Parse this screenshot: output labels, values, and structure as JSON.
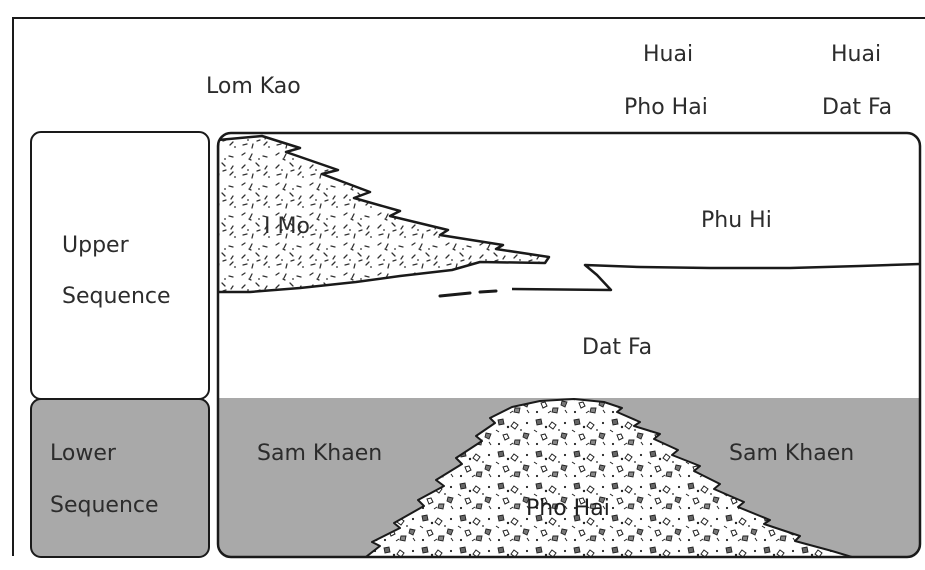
{
  "header": {
    "lom_kao": "Lom Kao",
    "huai_pho_hai_line1": "Huai",
    "huai_pho_hai_line2": "Pho Hai",
    "huai_dat_fa_line1": "Huai",
    "huai_dat_fa_line2": "Dat Fa"
  },
  "sequences": {
    "upper_line1": "Upper",
    "upper_line2": "Sequence",
    "lower_line1": "Lower",
    "lower_line2": "Sequence"
  },
  "units": {
    "i_mo": "I Mo",
    "phu_hi": "Phu Hi",
    "dat_fa": "Dat Fa",
    "sam_khaen_left": "Sam Khaen",
    "sam_khaen_right": "Sam Khaen",
    "pho_hai": "Pho Hai"
  },
  "colors": {
    "lower_fill": "#a9a9a9",
    "upper_fill": "#ffffff",
    "outline": "#1a1a1a"
  }
}
